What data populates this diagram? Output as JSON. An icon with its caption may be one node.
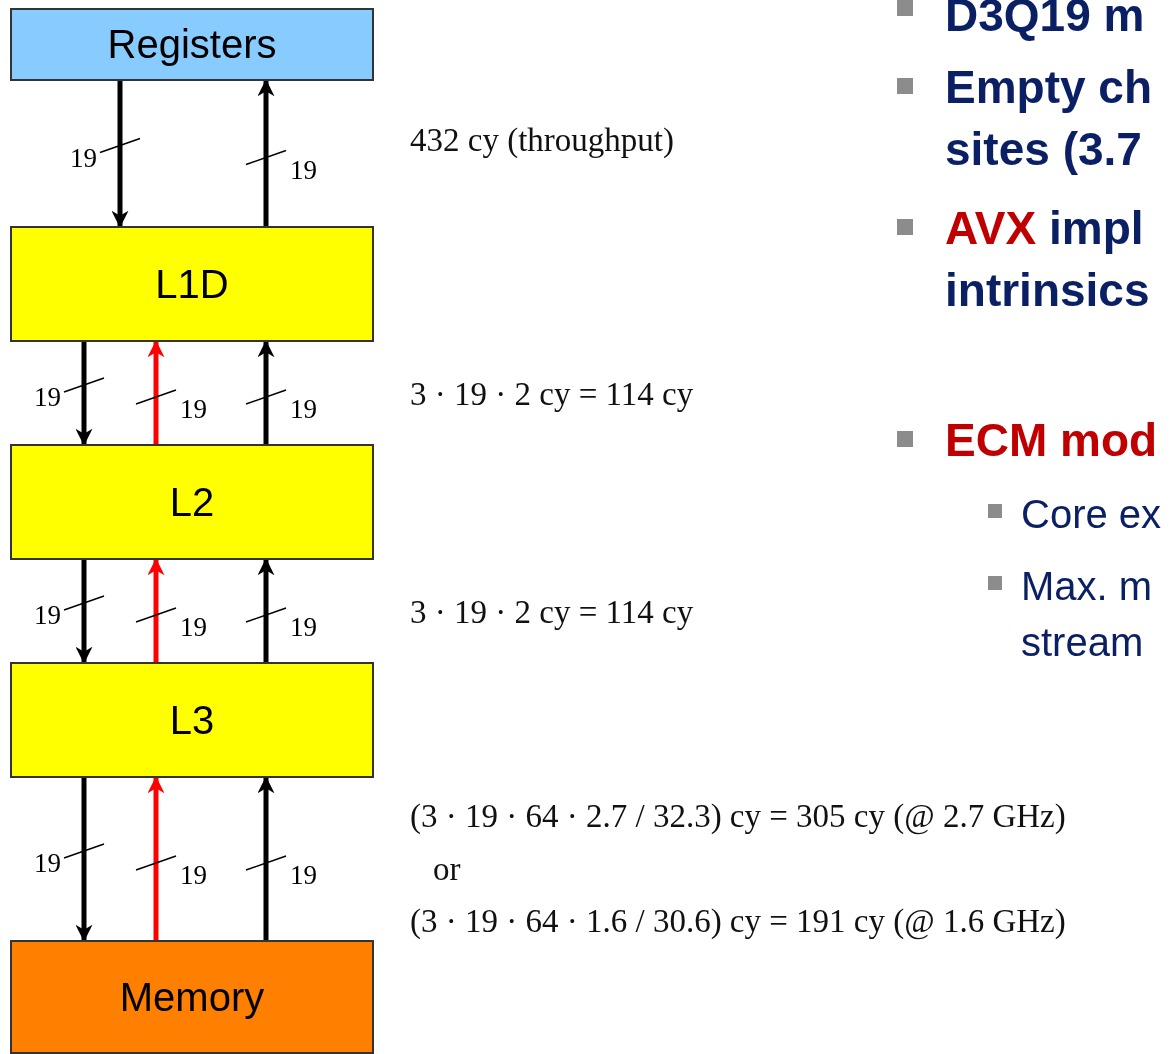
{
  "diagram": {
    "nodes": [
      {
        "text": [
          "Registers"
        ]
      },
      {
        "text": [
          "L1D"
        ]
      },
      {
        "text": [
          "L2"
        ]
      },
      {
        "text": [
          "L3"
        ]
      },
      {
        "text": [
          "Memory"
        ]
      }
    ],
    "edges": [
      {
        "from": 0,
        "to": 1,
        "arrow": "to",
        "label": "19"
      },
      {
        "from": 1,
        "to": 0,
        "arrow": "to",
        "label": "19"
      },
      {
        "from": 1,
        "to": 2,
        "arrow": "to",
        "label": "19"
      },
      {
        "from": 2,
        "to": 1,
        "arrow": "to",
        "label": "19",
        "color": "#ff0000"
      },
      {
        "from": 2,
        "to": 1,
        "arrow": "to",
        "label": "19"
      },
      {
        "from": 2,
        "to": 3,
        "arrow": "to",
        "label": "19"
      },
      {
        "from": 3,
        "to": 2,
        "arrow": "to",
        "label": "19",
        "color": "#ff0000"
      },
      {
        "from": 3,
        "to": 2,
        "arrow": "to",
        "label": "19"
      },
      {
        "from": 3,
        "to": 4,
        "arrow": "to",
        "label": "19"
      },
      {
        "from": 4,
        "to": 3,
        "arrow": "to",
        "label": "19",
        "color": "#ff0000"
      },
      {
        "from": 4,
        "to": 3,
        "arrow": "to",
        "label": "19"
      }
    ],
    "labels": [
      "432 cy (throughput)",
      "3 · 19 · 2 cy = 114 cy",
      "3 · 19 · 2 cy = 114 cy",
      "(3 · 19 · 64 · 2.7 / 32.3) cy = 305 cy (@ 2.7 GHz)",
      "or",
      "(3 · 19 · 64 · 1.6 / 30.6) cy = 191 cy (@ 1.6 GHz)",
      "D3Q19 m",
      "Empty ch sites (3.7",
      "*AVX* impl intrinsics",
      "ECM mod",
      "Core ex",
      "Max. m stream"
    ]
  }
}
